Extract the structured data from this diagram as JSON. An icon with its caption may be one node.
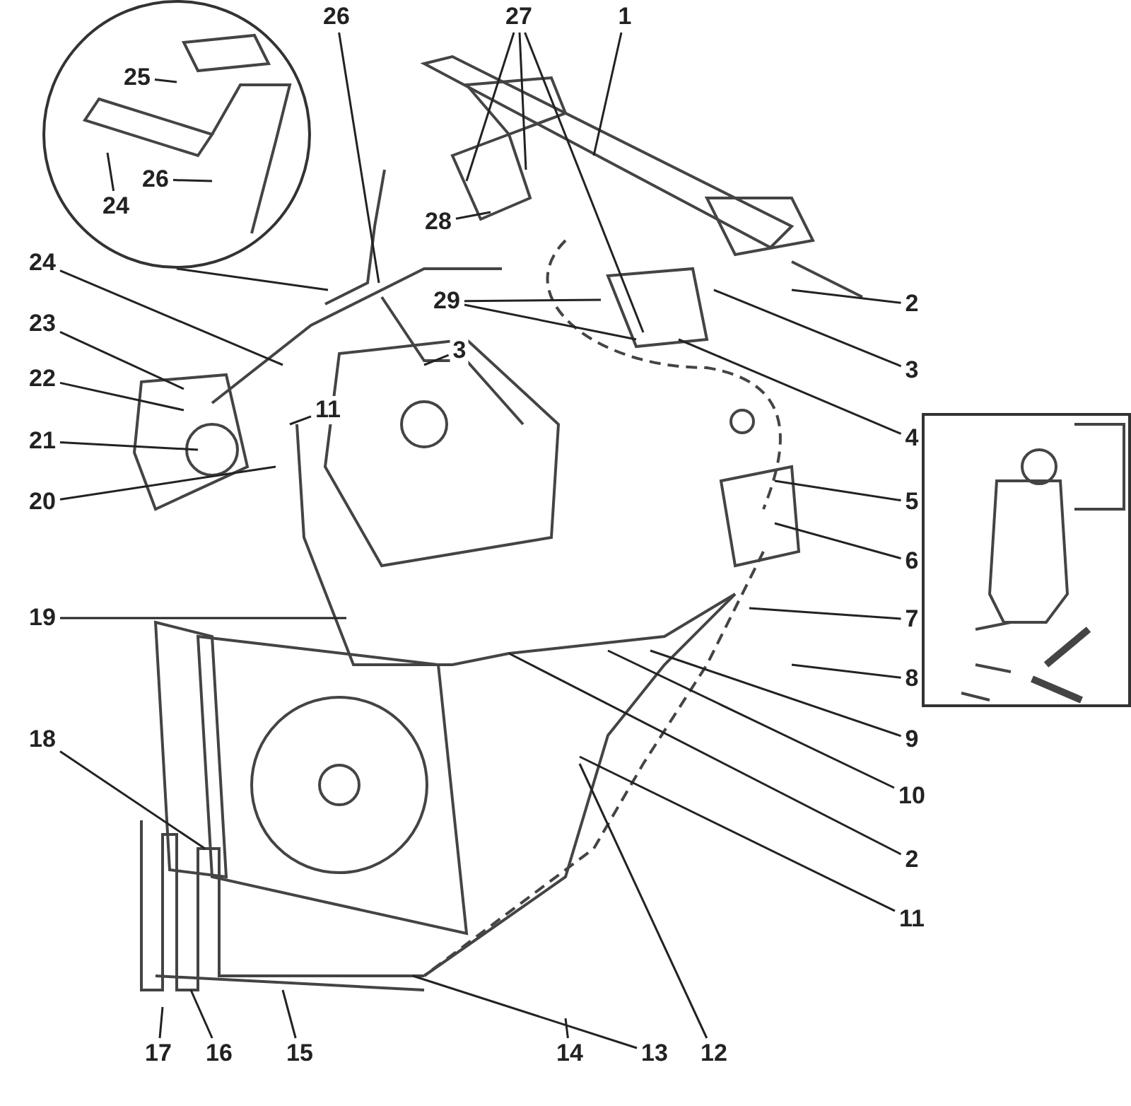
{
  "diagram": {
    "nodes": [
      {
        "text": [],
        "shape": "circle"
      },
      {
        "text": [
          "25"
        ],
        "in": 0
      },
      {
        "text": [
          "26"
        ],
        "in": 0
      },
      {
        "text": [
          "24"
        ],
        "in": 0
      },
      {
        "text": [
          "26"
        ]
      },
      {
        "text": [
          "27"
        ]
      },
      {
        "text": [
          "1"
        ]
      },
      {
        "text": [
          "28"
        ]
      },
      {
        "text": [
          "29"
        ]
      },
      {
        "text": [
          "2"
        ]
      },
      {
        "text": [
          "24"
        ]
      },
      {
        "text": [
          "23"
        ]
      },
      {
        "text": [
          "3"
        ]
      },
      {
        "text": [
          "22"
        ]
      },
      {
        "text": [
          "11"
        ]
      },
      {
        "text": [
          "3"
        ]
      },
      {
        "text": [
          "21"
        ]
      },
      {
        "text": [
          "4"
        ]
      },
      {
        "text": [
          "5"
        ]
      },
      {
        "text": [
          "20"
        ]
      },
      {
        "text": [
          "6"
        ]
      },
      {
        "text": [
          "19"
        ]
      },
      {
        "text": [
          "7"
        ]
      },
      {
        "text": [
          "18"
        ]
      },
      {
        "text": [
          "8"
        ]
      },
      {
        "text": [
          "9"
        ]
      },
      {
        "text": [
          "10"
        ]
      },
      {
        "text": [
          "2"
        ]
      },
      {
        "text": [
          "11"
        ]
      },
      {
        "text": [
          "17"
        ]
      },
      {
        "text": [
          "16"
        ]
      },
      {
        "text": [
          "15"
        ]
      },
      {
        "text": [
          "14"
        ]
      },
      {
        "text": [
          "13"
        ]
      },
      {
        "text": [
          "12"
        ]
      },
      {
        "text": [],
        "shape": "box"
      }
    ],
    "edges": [
      {
        "from": 0,
        "to": null,
        "arrow": "none"
      },
      {
        "from": 1,
        "to": null,
        "arrow": "none"
      },
      {
        "from": 2,
        "to": null,
        "arrow": "none"
      },
      {
        "from": 3,
        "to": null,
        "arrow": "none"
      },
      {
        "from": 4,
        "to": null,
        "arrow": "none"
      },
      {
        "from": 5,
        "to": null,
        "arrow": "none"
      },
      {
        "from": 5,
        "to": null,
        "arrow": "none"
      },
      {
        "from": 5,
        "to": null,
        "arrow": "none"
      },
      {
        "from": 6,
        "to": null,
        "arrow": "none"
      },
      {
        "from": 7,
        "to": null,
        "arrow": "none"
      },
      {
        "from": 8,
        "to": null,
        "arrow": "none"
      },
      {
        "from": 8,
        "to": null,
        "arrow": "none"
      },
      {
        "from": 9,
        "to": null,
        "arrow": "none"
      },
      {
        "from": 10,
        "to": null,
        "arrow": "none"
      },
      {
        "from": 11,
        "to": null,
        "arrow": "none"
      },
      {
        "from": 12,
        "to": null,
        "arrow": "none"
      },
      {
        "from": 13,
        "to": null,
        "arrow": "none"
      },
      {
        "from": 14,
        "to": null,
        "arrow": "none"
      },
      {
        "from": 15,
        "to": null,
        "arrow": "none"
      },
      {
        "from": 16,
        "to": null,
        "arrow": "none"
      },
      {
        "from": 17,
        "to": null,
        "arrow": "none"
      },
      {
        "from": 18,
        "to": null,
        "arrow": "none"
      },
      {
        "from": 19,
        "to": null,
        "arrow": "none"
      },
      {
        "from": 20,
        "to": null,
        "arrow": "none"
      },
      {
        "from": 21,
        "to": null,
        "arrow": "none"
      },
      {
        "from": 22,
        "to": null,
        "arrow": "none"
      },
      {
        "from": 23,
        "to": null,
        "arrow": "none"
      },
      {
        "from": 24,
        "to": null,
        "arrow": "none"
      },
      {
        "from": 25,
        "to": null,
        "arrow": "none"
      },
      {
        "from": 26,
        "to": null,
        "arrow": "none"
      },
      {
        "from": 27,
        "to": null,
        "arrow": "none"
      },
      {
        "from": 28,
        "to": null,
        "arrow": "none"
      },
      {
        "from": 29,
        "to": null,
        "arrow": "none"
      },
      {
        "from": 30,
        "to": null,
        "arrow": "none"
      },
      {
        "from": 31,
        "to": null,
        "arrow": "none"
      },
      {
        "from": 32,
        "to": null,
        "arrow": "none"
      },
      {
        "from": 33,
        "to": null,
        "arrow": "none"
      },
      {
        "from": 34,
        "to": null,
        "arrow": "none"
      }
    ]
  }
}
